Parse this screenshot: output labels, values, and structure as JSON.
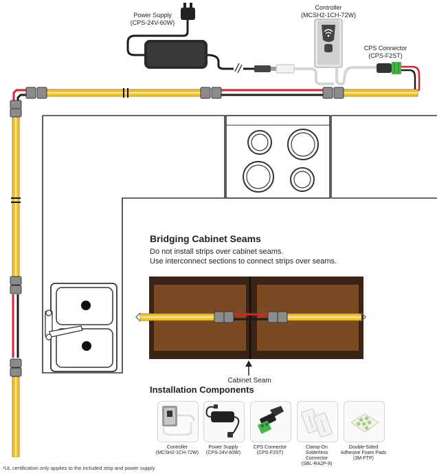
{
  "labels": {
    "power_supply": [
      "Power Supply",
      "(CPS-24V-60W)"
    ],
    "controller": [
      "Controller",
      "(MCSH2-1CH-72W)"
    ],
    "cps_connector": [
      "CPS Connector",
      "(CPS-F2ST)"
    ],
    "cabinet_seam": "Cabinet Seam"
  },
  "seam_section": {
    "title": "Bridging Cabinet Seams",
    "lines": [
      "Do not install strips over cabinet seams.",
      "Use interconnect sections to connect strips over seams."
    ]
  },
  "components": {
    "title": "Installation Components",
    "items": [
      {
        "name": "Controller",
        "model": "(MCSH2-1CH-72W)",
        "icon": "controller-icon"
      },
      {
        "name": "Power Supply",
        "model": "(CPS-24V-60W)",
        "icon": "power-supply-icon"
      },
      {
        "name": "CPS Connector",
        "model": "(CPS-F2ST)",
        "icon": "connector-icon"
      },
      {
        "name": "Clamp-On Solderless Connector",
        "lines": [
          "Clamp-On",
          "Solderless",
          "Connector"
        ],
        "model": "(SBL-RA2P-8)",
        "icon": "clamp-connector-icon"
      },
      {
        "name": "Double-Sided Adhesive Foam Pads",
        "lines": [
          "Double-Sided",
          "Adhesive Foam Pads"
        ],
        "model": "(3M-FTP)",
        "icon": "foam-pads-icon"
      }
    ]
  },
  "footnote": "¹UL certification only applies to the included strip and power supply",
  "colors": {
    "strip_yellow": "#f2c230",
    "wire_red": "#d8232a",
    "wire_black": "#1c1c1c",
    "cabinet_brown": "#7a4a22",
    "cabinet_dark": "#3a2418",
    "connector_grey": "#8c8c8c"
  }
}
